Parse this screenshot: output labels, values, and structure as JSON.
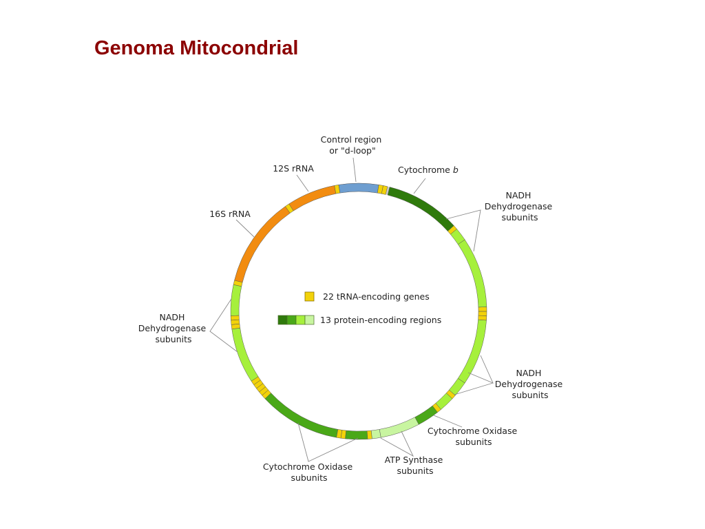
{
  "title": "Genoma Mitocondrial",
  "colors": {
    "title": "#8b0000",
    "trna": "#f2d20a",
    "rrna": "#f28c10",
    "control": "#6e9ed0",
    "cyt_b": "#2f7a0c",
    "cox": "#4aa818",
    "nadh": "#a6f03c",
    "atp": "#c8f5a0"
  },
  "legend": {
    "trna": "22 tRNA-encoding genes",
    "protein": "13 protein-encoding regions"
  },
  "labels": {
    "control_line1": "Control region",
    "control_line2": "or \"d-loop\"",
    "rrna_12s": "12S rRNA",
    "rrna_16s": "16S rRNA",
    "cytochrome": "Cytochrome",
    "cytochrome_b": "b",
    "nadh_line1": "NADH",
    "nadh_line2": "Dehydrogenase",
    "nadh_line3": "subunits",
    "cox_line1": "Cytochrome Oxidase",
    "cox_line2": "subunits",
    "atp_line1": "ATP Synthase",
    "atp_line2": "subunits"
  },
  "segments": [
    {
      "name": "control-region",
      "type": "control",
      "start": 351,
      "end": 9
    },
    {
      "name": "trna-f",
      "type": "trna",
      "start": 349,
      "end": 351
    },
    {
      "name": "rrna-12s",
      "type": "rrna",
      "start": 327,
      "end": 349
    },
    {
      "name": "trna-v",
      "type": "trna",
      "start": 325,
      "end": 327
    },
    {
      "name": "rrna-16s",
      "type": "rrna",
      "start": 284,
      "end": 325
    },
    {
      "name": "trna-l",
      "type": "trna",
      "start": 282,
      "end": 284
    },
    {
      "name": "nd1",
      "type": "nadh",
      "start": 268,
      "end": 282
    },
    {
      "name": "trna-i",
      "type": "trna",
      "start": 266,
      "end": 268
    },
    {
      "name": "trna-q",
      "type": "trna",
      "start": 264,
      "end": 266
    },
    {
      "name": "trna-m",
      "type": "trna",
      "start": 262,
      "end": 264
    },
    {
      "name": "nd2",
      "type": "nadh",
      "start": 237,
      "end": 262
    },
    {
      "name": "trna-w",
      "type": "trna",
      "start": 235,
      "end": 237
    },
    {
      "name": "trna-a",
      "type": "trna",
      "start": 233,
      "end": 235
    },
    {
      "name": "trna-n",
      "type": "trna",
      "start": 231,
      "end": 233
    },
    {
      "name": "trna-c",
      "type": "trna",
      "start": 229,
      "end": 231
    },
    {
      "name": "trna-y",
      "type": "trna",
      "start": 227,
      "end": 229
    },
    {
      "name": "cox1",
      "type": "cox",
      "start": 190,
      "end": 227
    },
    {
      "name": "trna-s",
      "type": "trna",
      "start": 188,
      "end": 190
    },
    {
      "name": "trna-d",
      "type": "trna",
      "start": 186,
      "end": 188
    },
    {
      "name": "cox2",
      "type": "cox",
      "start": 176,
      "end": 186
    },
    {
      "name": "trna-k",
      "type": "trna",
      "start": 174,
      "end": 176
    },
    {
      "name": "atp8",
      "type": "atp",
      "start": 170,
      "end": 174
    },
    {
      "name": "atp6",
      "type": "atp",
      "start": 152,
      "end": 170
    },
    {
      "name": "cox3",
      "type": "cox",
      "start": 142,
      "end": 152
    },
    {
      "name": "trna-g",
      "type": "trna",
      "start": 140,
      "end": 142
    },
    {
      "name": "nd3",
      "type": "nadh",
      "start": 133,
      "end": 140
    },
    {
      "name": "trna-r",
      "type": "trna",
      "start": 131,
      "end": 133
    },
    {
      "name": "nd4l",
      "type": "nadh",
      "start": 124,
      "end": 131
    },
    {
      "name": "nd4",
      "type": "nadh",
      "start": 94,
      "end": 124
    },
    {
      "name": "trna-h",
      "type": "trna",
      "start": 92,
      "end": 94
    },
    {
      "name": "trna-s2",
      "type": "trna",
      "start": 90,
      "end": 92
    },
    {
      "name": "trna-l2",
      "type": "trna",
      "start": 88,
      "end": 90
    },
    {
      "name": "nd5",
      "type": "nadh",
      "start": 56,
      "end": 88
    },
    {
      "name": "nd6",
      "type": "nadh",
      "start": 50,
      "end": 56
    },
    {
      "name": "trna-e",
      "type": "trna",
      "start": 48,
      "end": 50
    },
    {
      "name": "cyt-b",
      "type": "cyt_b",
      "start": 14,
      "end": 48
    },
    {
      "name": "trna-t",
      "type": "trna",
      "start": 11,
      "end": 13
    },
    {
      "name": "trna-p",
      "type": "trna",
      "start": 9,
      "end": 11
    }
  ]
}
